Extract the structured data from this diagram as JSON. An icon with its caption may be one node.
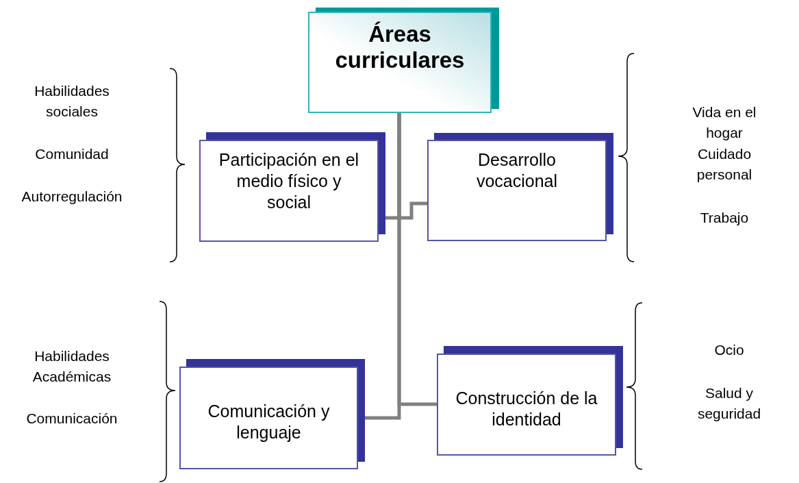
{
  "diagram": {
    "nodes": [
      {
        "text": [
          "Áreas curriculares"
        ]
      },
      {
        "text": [
          "Participación en el medio físico y social"
        ],
        "beside": [
          "Habilidades sociales",
          "Comunidad",
          "Autorregulación"
        ]
      },
      {
        "text": [
          "Desarrollo vocacional"
        ],
        "beside": [
          "Vida en el hogar",
          "Cuidado personal",
          "Trabajo"
        ]
      },
      {
        "text": [
          "Comunicación y lenguaje"
        ],
        "beside": [
          "Habilidades Académicas",
          "Comunicación"
        ]
      },
      {
        "text": [
          "Construcción de la identidad"
        ],
        "beside": [
          "Ocio",
          "Salud y seguridad"
        ]
      }
    ],
    "edges": [
      {
        "from": 0,
        "to": 1,
        "arrow": "none"
      },
      {
        "from": 0,
        "to": 2,
        "arrow": "none"
      },
      {
        "from": 0,
        "to": 3,
        "arrow": "none"
      },
      {
        "from": 0,
        "to": 4,
        "arrow": "none"
      }
    ]
  }
}
